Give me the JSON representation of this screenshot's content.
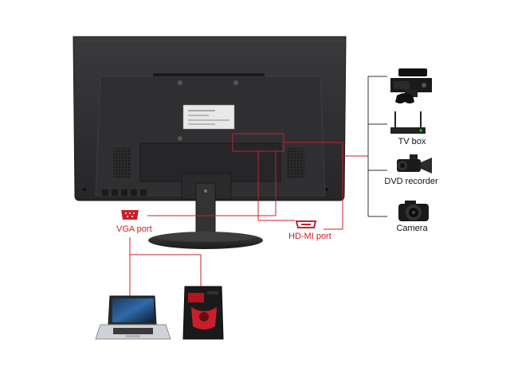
{
  "colors": {
    "accent": "#c8202a",
    "monitor_body": "#2d2d2f",
    "line_dark": "#333333"
  },
  "ports": {
    "vga_label": "VGA port",
    "hdmi_label": "HD-MI port"
  },
  "devices": {
    "tv_box_label": "TV box",
    "dvd_recorder_label": "DVD recorder",
    "camera_label": "Camera"
  }
}
